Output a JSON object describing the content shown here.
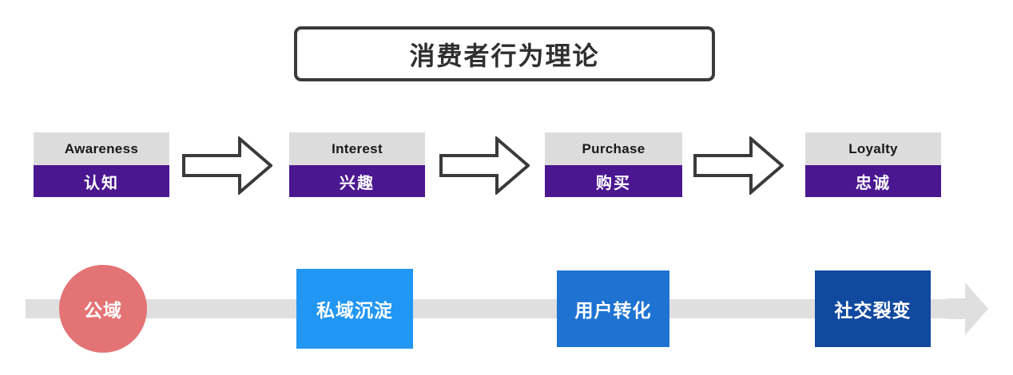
{
  "title": {
    "text": "消费者行为理论"
  },
  "funnel": {
    "arrow_icon": "right-block-arrow-icon",
    "stages": [
      {
        "english": "Awareness",
        "chinese": "认知"
      },
      {
        "english": "Interest",
        "chinese": "兴趣"
      },
      {
        "english": "Purchase",
        "chinese": "购买"
      },
      {
        "english": "Loyalty",
        "chinese": "忠诚"
      }
    ]
  },
  "flow": {
    "bar_color": "#dfdfdf",
    "arrowhead_icon": "right-arrowhead-icon",
    "nodes": [
      {
        "label": "公域",
        "shape": "circle",
        "color": "#e47375"
      },
      {
        "label": "私域沉淀",
        "shape": "rect",
        "color": "#2196f3"
      },
      {
        "label": "用户转化",
        "shape": "rect",
        "color": "#1e73d2"
      },
      {
        "label": "社交裂变",
        "shape": "rect",
        "color": "#10499e"
      }
    ]
  },
  "colors": {
    "stage_cap": "#dcdcdc",
    "stage_body": "#4b1791",
    "title_border": "#3a3a3c",
    "arrow_stroke": "#3a3a3c",
    "arrow_fill": "#ffffff"
  }
}
